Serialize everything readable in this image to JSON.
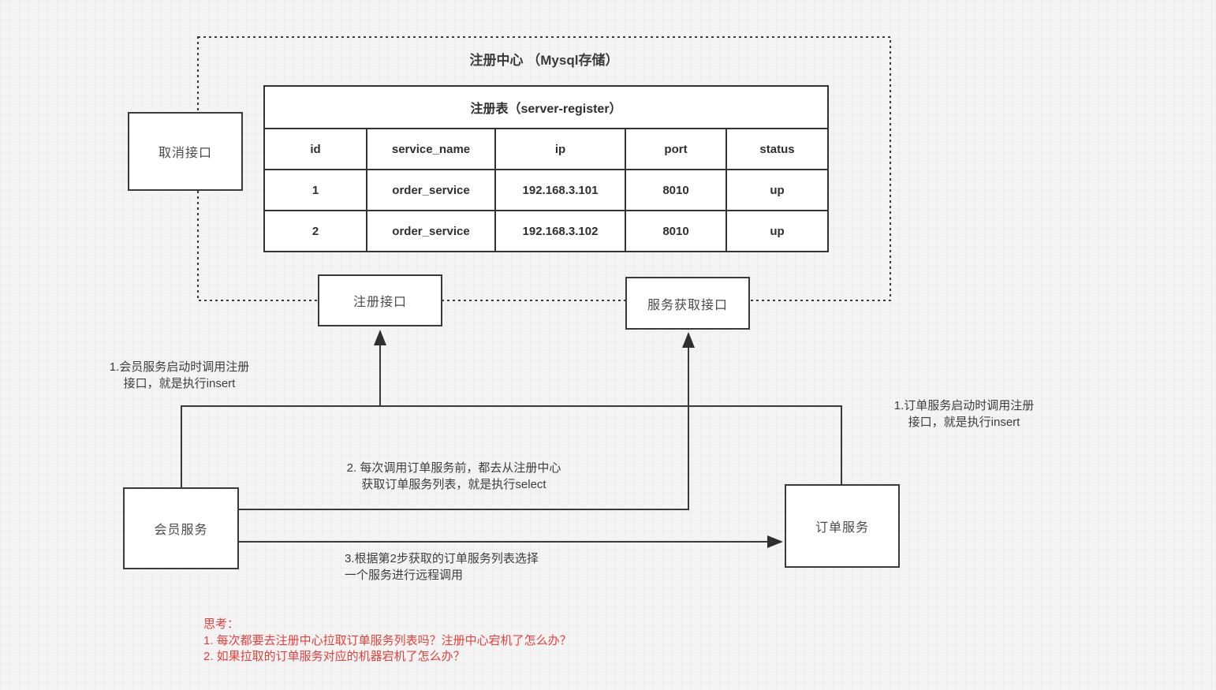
{
  "colors": {
    "background": "#f4f4f4",
    "line": "#3a3a3a",
    "node_fill": "#ffffff",
    "text": "#3d3d3d",
    "warning_red": "#e5413b"
  },
  "registry": {
    "title": "注册中心 （Mysql存储）",
    "cancel_interface_label": "取消接口",
    "register_interface_label": "注册接口",
    "fetch_interface_label": "服务获取接口",
    "table": {
      "title": "注册表（server-register）",
      "columns": [
        "id",
        "service_name",
        "ip",
        "port",
        "status"
      ],
      "rows": [
        [
          "1",
          "order_service",
          "192.168.3.101",
          "8010",
          "up"
        ],
        [
          "2",
          "order_service",
          "192.168.3.102",
          "8010",
          "up"
        ]
      ]
    }
  },
  "services": {
    "member_label": "会员服务",
    "order_label": "订单服务"
  },
  "notes": {
    "member_register": {
      "lines": [
        "1.会员服务启动时调用注册",
        "接口，就是执行insert"
      ]
    },
    "order_register": {
      "lines": [
        "1.订单服务启动时调用注册",
        "接口，就是执行insert"
      ]
    },
    "fetch_list": {
      "lines": [
        "2. 每次调用订单服务前，都去从注册中心",
        "获取订单服务列表，就是执行select"
      ]
    },
    "remote_call": {
      "lines": [
        "3.根据第2步获取的订单服务列表选择",
        "一个服务进行远程调用"
      ]
    }
  },
  "thinking": {
    "title": "思考：",
    "items": [
      "1. 每次都要去注册中心拉取订单服务列表吗？注册中心宕机了怎么办？",
      "2. 如果拉取的订单服务对应的机器宕机了怎么办？"
    ]
  }
}
